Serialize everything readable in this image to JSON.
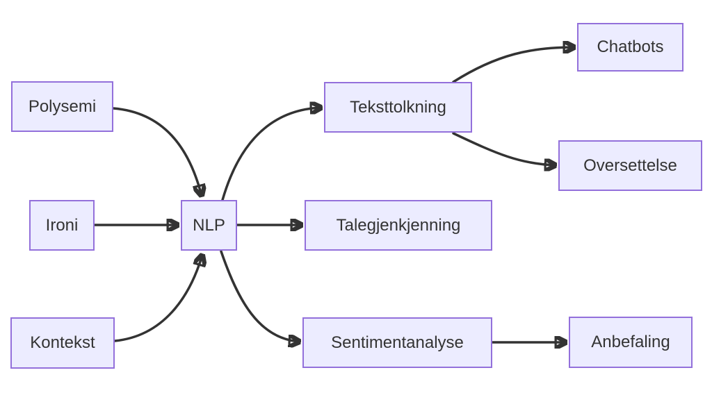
{
  "diagram": {
    "type": "flowchart",
    "direction": "left-to-right",
    "background": "#FFFFFF",
    "node_style": {
      "fill": "#ECECFF",
      "border": "#9370DB",
      "text_color": "#333333"
    },
    "edge_style": {
      "color": "#333333",
      "arrowhead": "filled-triangle"
    },
    "nodes": [
      {
        "id": "polysemi",
        "label": "Polysemi"
      },
      {
        "id": "ironi",
        "label": "Ironi"
      },
      {
        "id": "kontekst",
        "label": "Kontekst"
      },
      {
        "id": "nlp",
        "label": "NLP"
      },
      {
        "id": "teksttolkning",
        "label": "Teksttolkning"
      },
      {
        "id": "talegjenkjenning",
        "label": "Talegjenkjenning"
      },
      {
        "id": "sentimentanalyse",
        "label": "Sentimentanalyse"
      },
      {
        "id": "chatbots",
        "label": "Chatbots"
      },
      {
        "id": "oversettelse",
        "label": "Oversettelse"
      },
      {
        "id": "anbefaling",
        "label": "Anbefaling"
      }
    ],
    "edges": [
      {
        "from": "polysemi",
        "to": "nlp"
      },
      {
        "from": "ironi",
        "to": "nlp"
      },
      {
        "from": "kontekst",
        "to": "nlp"
      },
      {
        "from": "nlp",
        "to": "teksttolkning"
      },
      {
        "from": "nlp",
        "to": "talegjenkjenning"
      },
      {
        "from": "nlp",
        "to": "sentimentanalyse"
      },
      {
        "from": "teksttolkning",
        "to": "chatbots"
      },
      {
        "from": "teksttolkning",
        "to": "oversettelse"
      },
      {
        "from": "sentimentanalyse",
        "to": "anbefaling"
      }
    ]
  }
}
